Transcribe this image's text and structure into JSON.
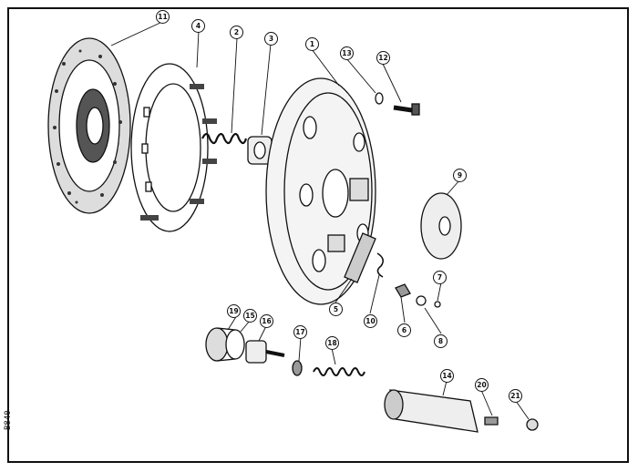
{
  "drawing": {
    "drawing_number": "B840",
    "callouts": [
      "1",
      "2",
      "3",
      "4",
      "5",
      "6",
      "7",
      "8",
      "9",
      "10",
      "11",
      "12",
      "13",
      "14",
      "15",
      "16",
      "17",
      "18",
      "19",
      "20",
      "21"
    ],
    "ink_color": "#111111",
    "paper_color": "#ffffff"
  }
}
